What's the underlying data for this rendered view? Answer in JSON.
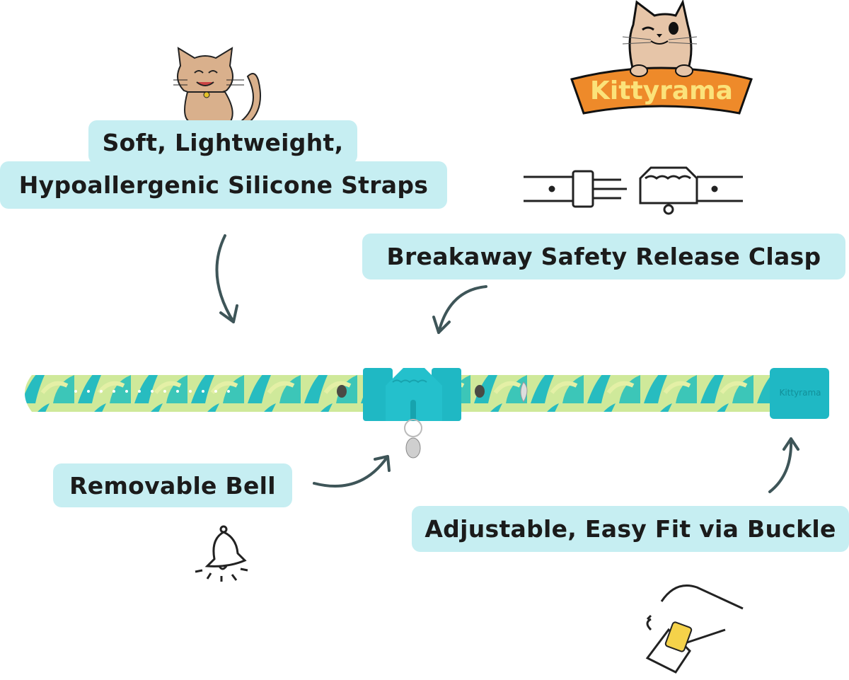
{
  "brand": {
    "logo_text": "Kittyrama",
    "buckle_text": "Kittyrama"
  },
  "features": {
    "straps_line1": "Soft, Lightweight,",
    "straps_line2": "Hypoallergenic Silicone Straps",
    "clasp": "Breakaway Safety Release Clasp",
    "bell": "Removable Bell",
    "buckle": "Adjustable, Easy Fit via Buckle"
  },
  "colors": {
    "label_bg": "#c6eef2",
    "teal": "#1fb8c4",
    "lime": "#cfe99a",
    "arrow": "#3e5558",
    "logo_orange": "#ee8a2a",
    "logo_yellow": "#fbe27a"
  }
}
